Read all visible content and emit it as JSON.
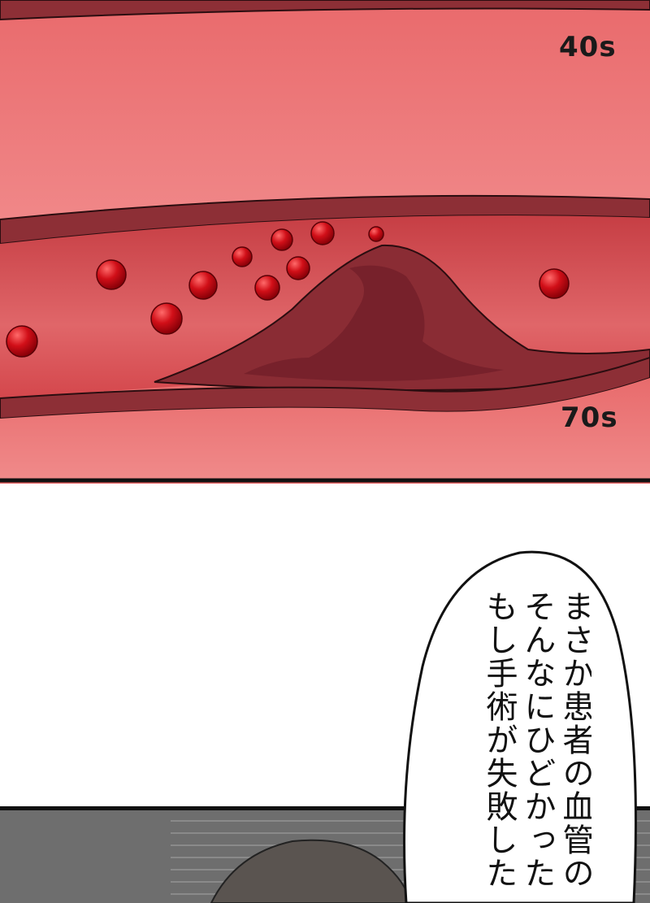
{
  "panels": [
    {
      "labels": {
        "top_vessel": "40s",
        "bottom_vessel": "70s"
      },
      "colors": {
        "vessel_light": "#ee7a7b",
        "vessel_dark": "#7d1d26",
        "plaque": "#8a2c34",
        "blood_cell": "#cc0b13"
      }
    },
    {
      "speech_bubble": {
        "lines": [
          "まさか患者の血管の",
          "そんなにひどかった",
          "もし手術が失敗した"
        ]
      },
      "colors": {
        "background": "#ffffff",
        "wall": "#6e6e6e",
        "hair": "#5a5450"
      }
    }
  ]
}
